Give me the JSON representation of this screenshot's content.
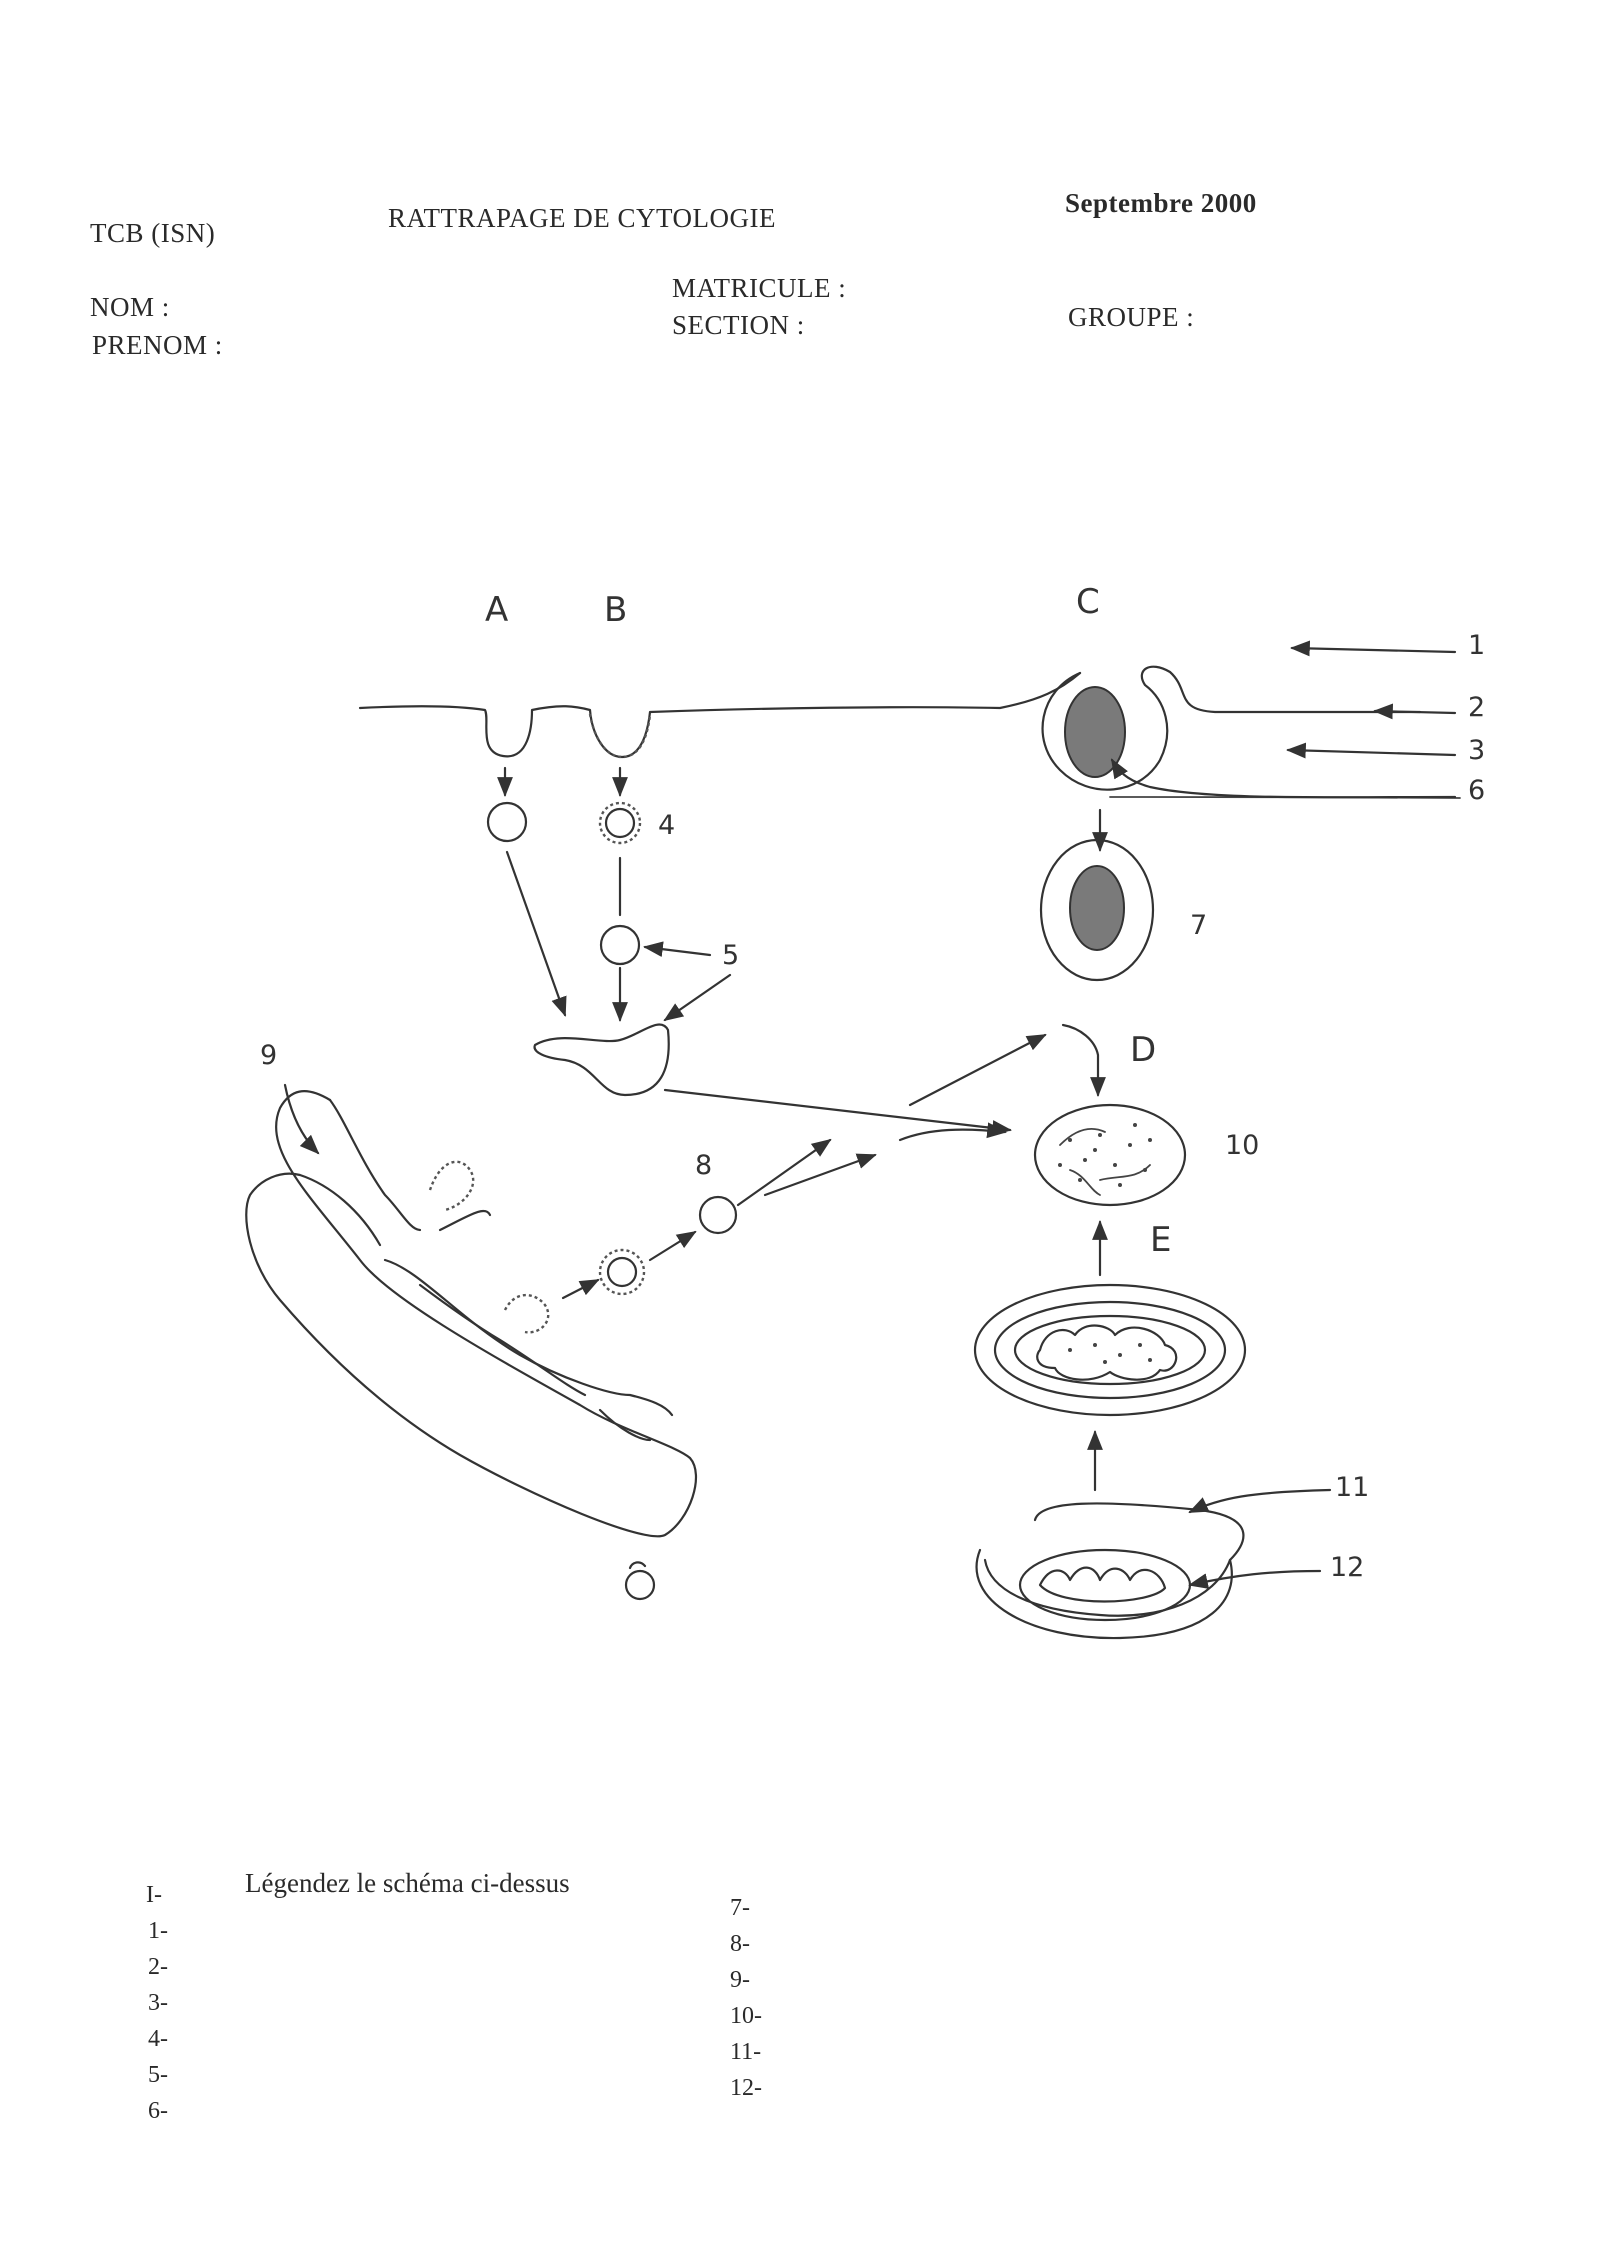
{
  "header": {
    "class": "TCB (ISN)",
    "title": "RATTRAPAGE DE CYTOLOGIE",
    "date": "Septembre 2000",
    "nom": "NOM :",
    "prenom": "PRENOM :",
    "matricule": "MATRICULE :",
    "section": "SECTION :",
    "groupe": "GROUPE :"
  },
  "diagram": {
    "letters": [
      "A",
      "B",
      "C",
      "D",
      "E"
    ],
    "numbers": [
      "1",
      "2",
      "3",
      "4",
      "5",
      "6",
      "7",
      "8",
      "9",
      "10",
      "11",
      "12"
    ]
  },
  "question": {
    "numeral": "I-",
    "instruction": "Légendez le schéma ci-dessus",
    "items_left": [
      "1-",
      "2-",
      "3-",
      "4-",
      "5-",
      "6-"
    ],
    "items_right": [
      "7-",
      "8-",
      "9-",
      "10-",
      "11-",
      "12-"
    ]
  }
}
